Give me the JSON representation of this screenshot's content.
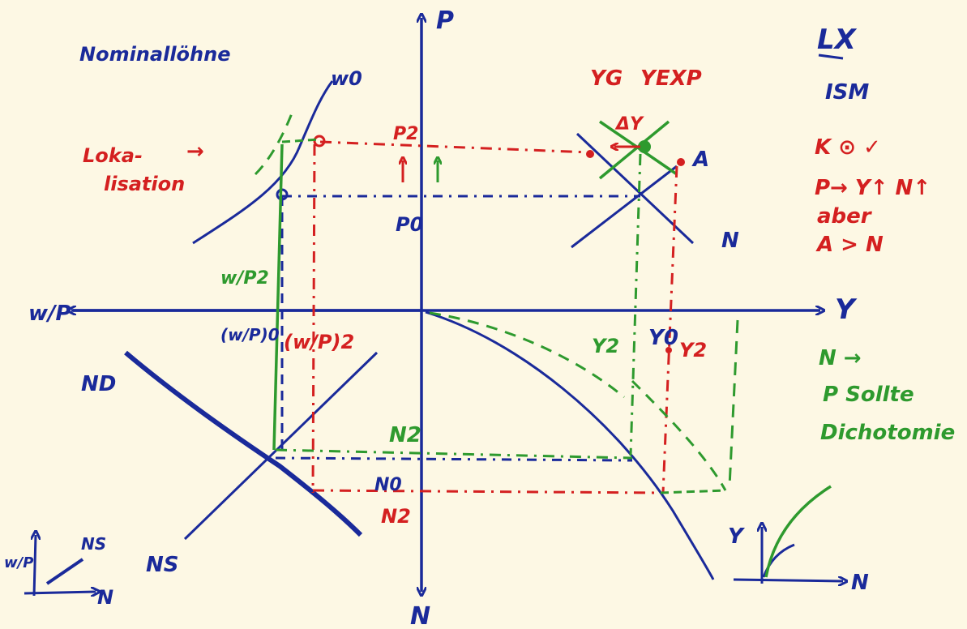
{
  "colors": {
    "background": "#fdf8e4",
    "blue": "#1a2a9a",
    "red": "#d42020",
    "green": "#2e9a2e"
  },
  "labels": {
    "title": "Nominallöhne",
    "axis_p": "P",
    "axis_y": "Y",
    "axis_n": "N",
    "axis_wp": "w/P",
    "curve_w0": "w0",
    "curve_a": "A",
    "curve_n_right": "N",
    "curve_nd": "ND",
    "curve_ns": "NS",
    "yg": "YG",
    "yexp": "YEXP",
    "delta_y": "ΔY",
    "p2": "P2",
    "p0": "P0",
    "wp2": "w/P2",
    "wp0": "(w/P)0",
    "wp2_red": "(w/P)2",
    "y2_green": "Y2",
    "y0": "Y0",
    "y2_red": "Y2",
    "n2_green": "N2",
    "n0": "N0",
    "n2_red": "N2",
    "loc_line1": "Loka-",
    "loc_line2": "lisation",
    "arrow": "→",
    "lx": "LX",
    "ism": "ISM",
    "note_red_1": "K ⊙ ✓",
    "note_red_2": "P→ Y↑ N↑",
    "note_red_3": "aber",
    "note_red_4": "A > N",
    "note_green_1": "N →",
    "note_green_2": "P Sollte",
    "note_green_3": "Dichotomie",
    "inset_wp": "w/P",
    "inset_ns": "NS",
    "inset_n": "N",
    "inset2_y": "Y",
    "inset2_n": "N"
  }
}
